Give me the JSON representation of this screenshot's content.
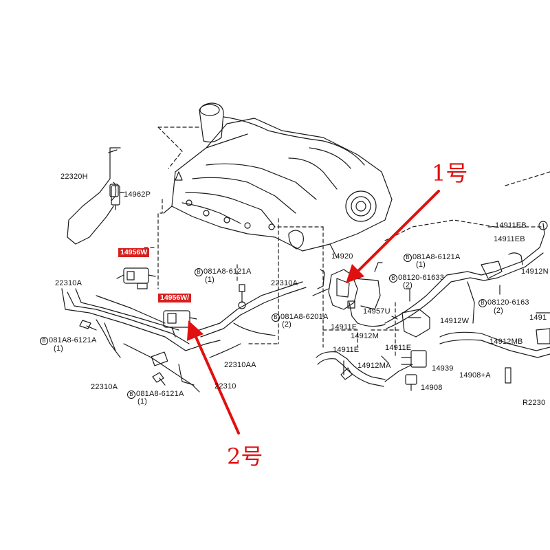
{
  "labels": {
    "p22320H": "22320H",
    "p14962P": "14962P",
    "p22310A_left": "22310A",
    "bolt_left_code": "081A8-6121A",
    "bolt_left_qty": "(1)",
    "p22310A_bottom": "22310A",
    "bolt_bottom_code": "081A8-6121A",
    "bolt_bottom_qty": "(1)",
    "p22310": "22310",
    "p22310AA": "22310AA",
    "bolt_mid_code": "081A8-6121A",
    "bolt_mid_qty": "(1)",
    "p22310A_mid": "22310A",
    "bolt_mid2_code": "081A8-6201A",
    "bolt_mid2_qty": "(2)",
    "p14920": "14920",
    "p14911E_a": "14911E",
    "p14957U": "14957U",
    "p14912M": "14912M",
    "p14911E_b": "14911E",
    "p14912MA": "14912MA",
    "p14911E_c": "14911E",
    "p14939": "14939",
    "p14908": "14908",
    "bolt_r1_code": "081A8-6121A",
    "bolt_r1_qty": "(1)",
    "bolt_r2_code": "08120-61633",
    "bolt_r2_qty": "(2)",
    "p14912W": "14912W",
    "bolt_r3_code": "08120-6163",
    "bolt_r3_qty": "(2)",
    "p14911EB_1": "14911EB",
    "p14911EB_2": "14911EB",
    "p14912N": "14912N",
    "p14912MB": "14912MB",
    "p14908A": "14908+A",
    "ref_code": "R2230",
    "p1491_edge": "1491"
  },
  "highlight": {
    "p14956W_upper": "14956W",
    "p14956W_lower": "14956W/"
  },
  "callouts": {
    "one": "1号",
    "two": "2号"
  },
  "bolt_symbol": "B",
  "colors": {
    "line": "#1a1a1a",
    "callout_red": "#e01010",
    "highlight_red": "#d81e1e"
  }
}
